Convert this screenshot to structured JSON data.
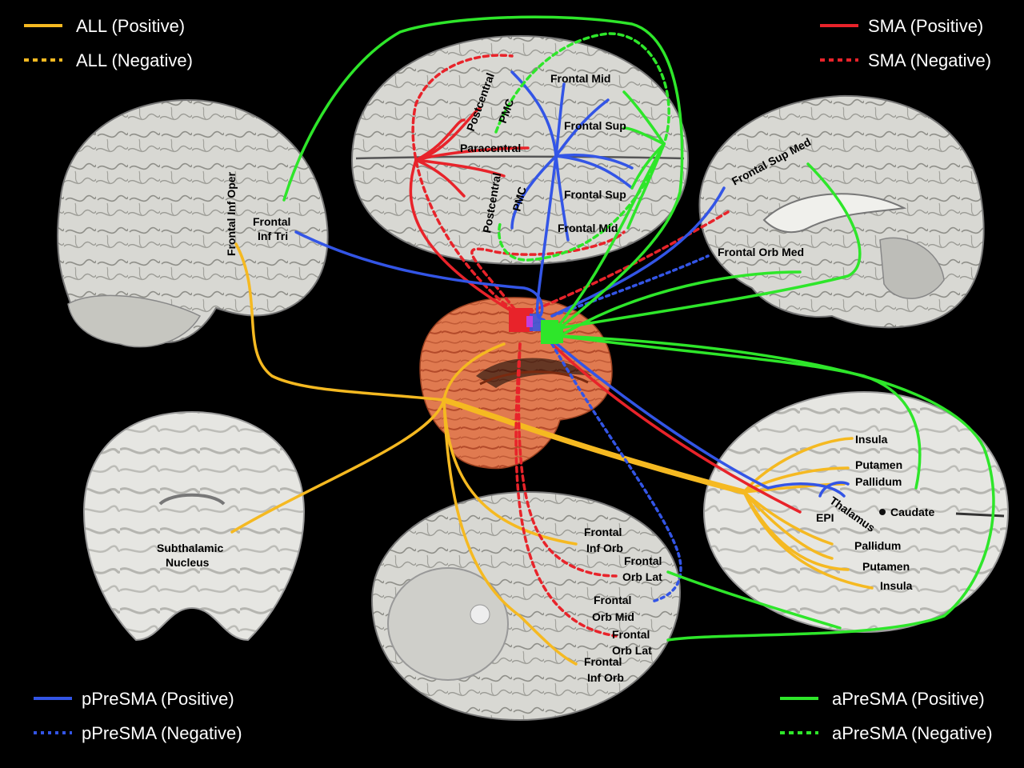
{
  "colors": {
    "all": "#f5b921",
    "sma": "#e8232a",
    "ppresma": "#3355e6",
    "apresma": "#2ee62a",
    "brain_fill": "#d9d9d4",
    "brain_stroke": "#8c8c86",
    "seed_brain": "#e07a50"
  },
  "legend": {
    "all_pos": "ALL (Positive)",
    "all_neg": "ALL (Negative)",
    "sma_pos": "SMA (Positive)",
    "sma_neg": "SMA (Negative)",
    "ppresma_pos": "pPreSMA (Positive)",
    "ppresma_neg": "pPreSMA (Negative)",
    "apresma_pos": "aPreSMA (Positive)",
    "apresma_neg": "aPreSMA (Negative)"
  },
  "labels": {
    "frontal_mid_top": "Frontal Mid",
    "frontal_sup_top1": "Frontal Sup",
    "frontal_sup_top2": "Frontal Sup",
    "frontal_mid_top2": "Frontal Mid",
    "paracentral": "Paracentral",
    "postcentral1": "Postcentral",
    "postcentral2": "Postcentral",
    "pmc1": "PMC",
    "pmc2": "PMC",
    "frontal_inf_oper": "Frontal Inf Oper",
    "frontal_inf_tri_1": "Frontal",
    "frontal_inf_tri_2": "Inf Tri",
    "frontal_sup_med": "Frontal Sup Med",
    "frontal_orb_med": "Frontal Orb Med",
    "subthalamic_1": "Subthalamic",
    "subthalamic_2": "Nucleus",
    "insula_top": "Insula",
    "putamen_top": "Putamen",
    "pallidum_top": "Pallidum",
    "thalamus": "Thalamus",
    "caudate": "Caudate",
    "epi": "EPI",
    "pallidum_bot": "Pallidum",
    "putamen_bot": "Putamen",
    "insula_bot": "Insula",
    "frontal_inf_orb_1a": "Frontal",
    "frontal_inf_orb_1b": "Inf Orb",
    "frontal_orb_lat_1a": "Frontal",
    "frontal_orb_lat_1b": "Orb Lat",
    "frontal_orb_mid_a": "Frontal",
    "frontal_orb_mid_b": "Orb Mid",
    "frontal_orb_lat_2a": "Frontal",
    "frontal_orb_lat_2b": "Orb Lat",
    "frontal_inf_orb_2a": "Frontal",
    "frontal_inf_orb_2b": "Inf Orb"
  }
}
